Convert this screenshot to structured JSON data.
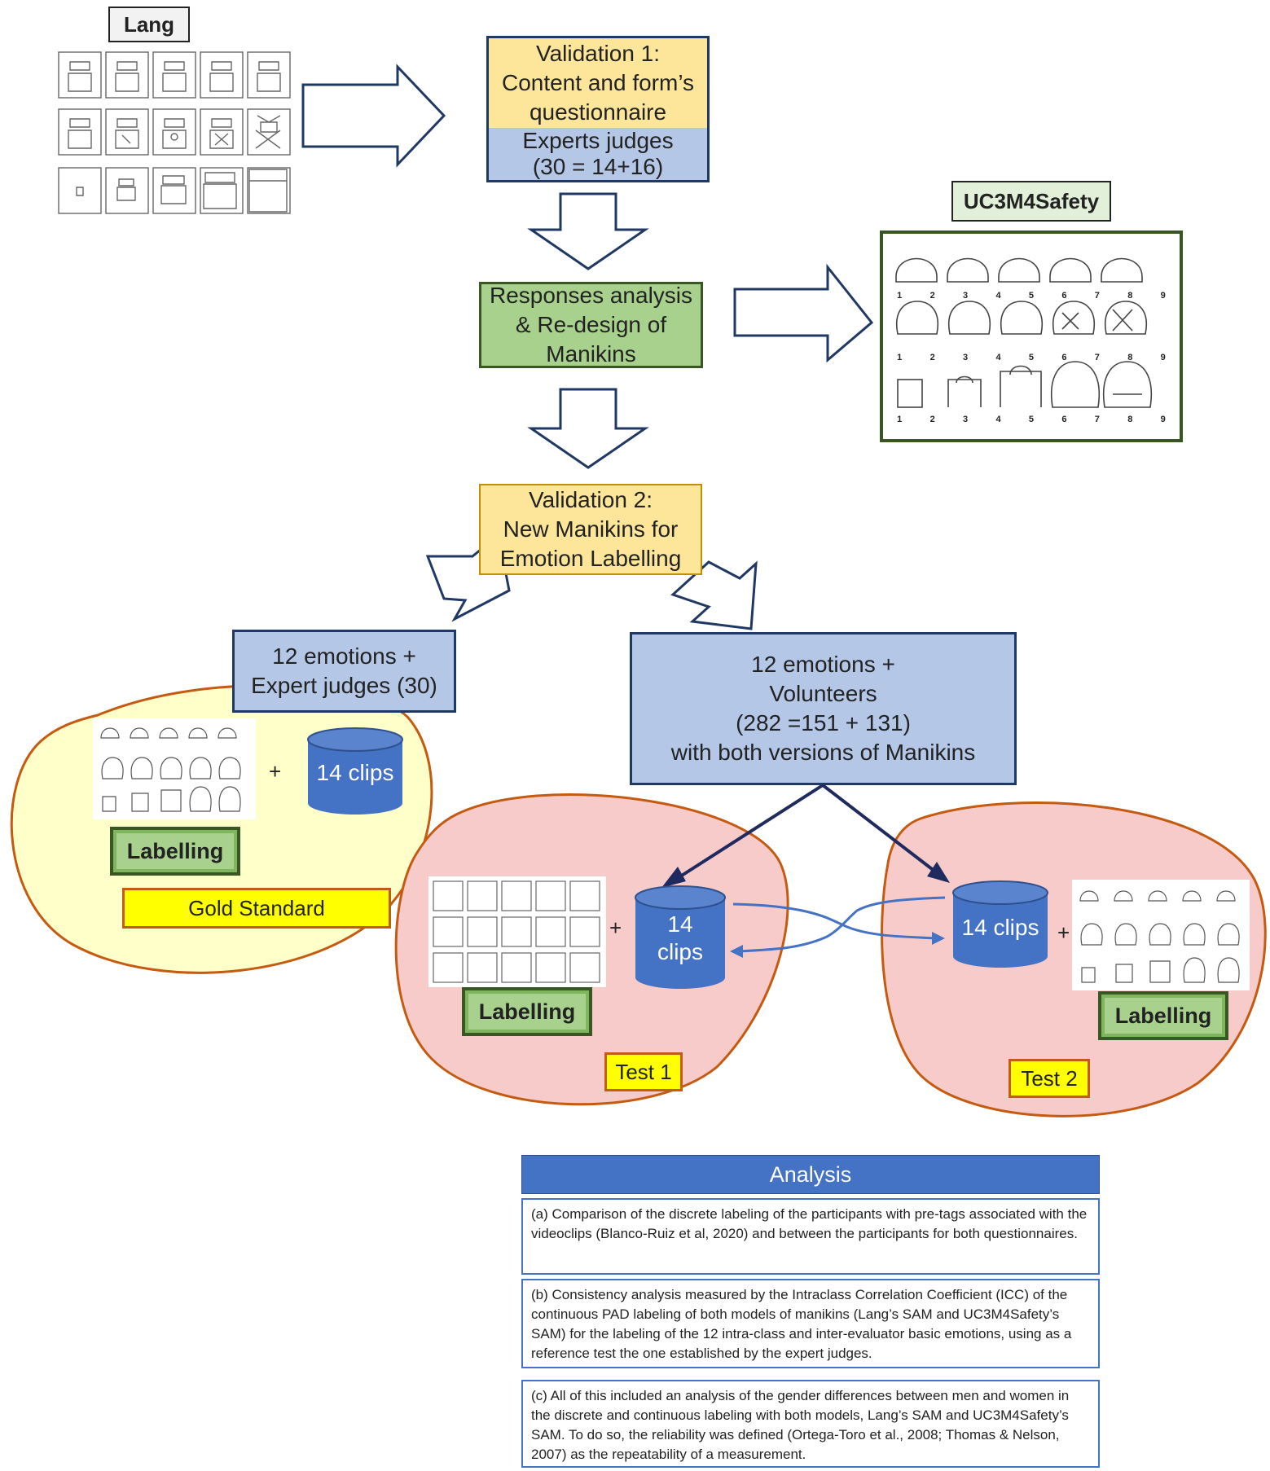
{
  "lang_note": "Lang",
  "uc3m_note": "UC3M4Safety",
  "validation1": {
    "lines": [
      "Validation 1:",
      "Content and form’s",
      "questionnaire"
    ],
    "judges_lines": [
      "Experts judges",
      "(30 = 14+16)"
    ]
  },
  "responses": {
    "lines": [
      "Responses analysis",
      "&  Re-design of",
      "Manikins"
    ]
  },
  "validation2": {
    "lines": [
      "Validation 2:",
      "New Manikins for",
      "Emotion Labelling"
    ]
  },
  "experts_box": {
    "lines": [
      "12 emotions +",
      "Expert judges (30)"
    ]
  },
  "volunteers_box": {
    "lines": [
      "12 emotions +",
      "Volunteers",
      "(282 =151 + 131)",
      "with both versions of Manikins"
    ]
  },
  "gold": {
    "plus": "+",
    "clips": "14 clips",
    "labelling": "Labelling",
    "standard": "Gold Standard"
  },
  "test1": {
    "plus": "+",
    "clips_lines": [
      "14",
      "clips"
    ],
    "labelling": "Labelling",
    "name": "Test 1"
  },
  "test2": {
    "plus": "+",
    "clips": "14 clips",
    "labelling": "Labelling",
    "name": "Test 2"
  },
  "grid_numbers": [
    "1",
    "2",
    "3",
    "4",
    "5",
    "6",
    "7",
    "8",
    "9"
  ],
  "analysis": {
    "title": "Analysis",
    "items": [
      "(a) Comparison of the discrete labeling of the participants with pre-tags associated with the videoclips (Blanco-Ruiz et al, 2020) and between the participants for both questionnaires.",
      "(b) Consistency analysis measured by the Intraclass Correlation Coefficient (ICC) of the continuous PAD labeling of both models of manikins (Lang’s SAM and UC3M4Safety’s SAM) for the labeling of the 12 intra-class and inter-evaluator basic emotions, using as a reference test the one established by the expert judges.",
      "(c) All of this included an analysis of the gender differences between men and women in the discrete and continuous labeling with both models, Lang’s SAM and UC3M4Safety’s SAM. To do so, the reliability was defined (Ortega-Toro et al., 2008; Thomas & Nelson, 2007) as the repeatability of a measurement."
    ]
  },
  "colors": {
    "yellow_box": "#fde69a",
    "blue_box": "#b4c7e7",
    "green_box": "#a9d18e",
    "navy_border": "#1f3864",
    "cylinder": "#4472c4",
    "blob_yellow": "#ffffc9",
    "blob_pink": "#f8cbcb",
    "blob_border": "#c55a11",
    "analysis_header": "#4472c4"
  }
}
